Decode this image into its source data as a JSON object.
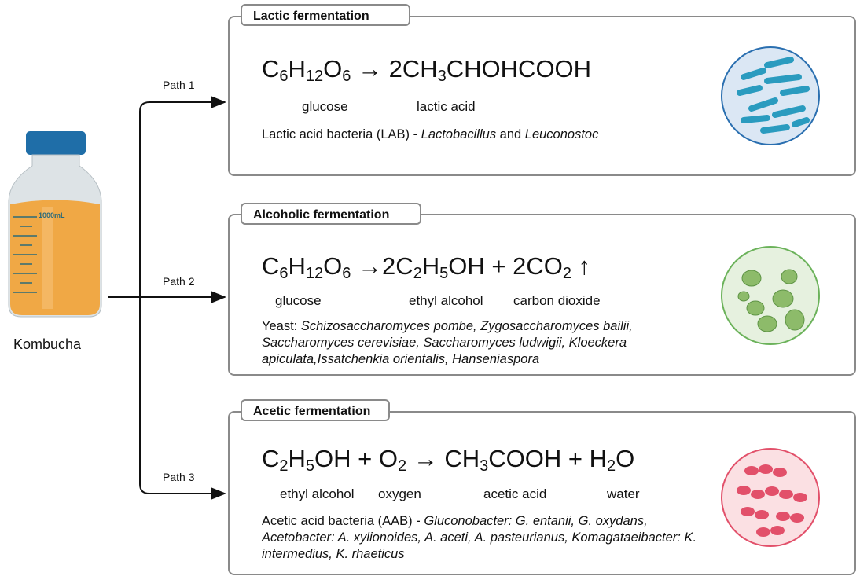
{
  "bottle": {
    "volume_label": "1000mL",
    "name": "Kombucha"
  },
  "paths": [
    "Path 1",
    "Path 2",
    "Path 3"
  ],
  "panels": [
    {
      "title": "Lactic fermentation",
      "equation": [
        [
          "C",
          0
        ],
        [
          "6",
          1
        ],
        [
          "H",
          0
        ],
        [
          "12",
          1
        ],
        [
          "O",
          0
        ],
        [
          "6",
          1
        ],
        [
          " → 2CH",
          0
        ],
        [
          "3",
          1
        ],
        [
          "CHOHCOOH",
          0
        ]
      ],
      "labels": [
        "glucose",
        "lactic acid"
      ],
      "description": [
        [
          "Lactic acid bacteria (LAB) - ",
          0
        ],
        [
          "Lactobacillus",
          1
        ],
        [
          " and ",
          0
        ],
        [
          "Leuconostoc",
          1
        ]
      ],
      "color": "#2a9bbf"
    },
    {
      "title": "Alcoholic fermentation",
      "equation": [
        [
          "C",
          0
        ],
        [
          "6",
          1
        ],
        [
          "H",
          0
        ],
        [
          "12",
          1
        ],
        [
          "O",
          0
        ],
        [
          "6",
          1
        ],
        [
          " →2C",
          0
        ],
        [
          "2",
          1
        ],
        [
          "H",
          0
        ],
        [
          "5",
          1
        ],
        [
          "OH + 2CO",
          0
        ],
        [
          "2",
          1
        ],
        [
          " ↑",
          0
        ]
      ],
      "labels": [
        "glucose",
        "ethyl alcohol",
        "carbon dioxide"
      ],
      "description": [
        [
          "Yeast: ",
          0
        ],
        [
          "Schizosaccharomyces pombe, Zygosaccharomyces bailii, Saccharomyces cerevisiae, Saccharomyces ludwigii, Kloeckera apiculata,Issatchenkia orientalis, Hanseniaspora",
          1
        ]
      ],
      "color": "#7cb35a"
    },
    {
      "title": "Acetic fermentation",
      "equation": [
        [
          "C",
          0
        ],
        [
          "2",
          1
        ],
        [
          "H",
          0
        ],
        [
          "5",
          1
        ],
        [
          "OH + O",
          0
        ],
        [
          "2",
          1
        ],
        [
          " → CH",
          0
        ],
        [
          "3",
          1
        ],
        [
          "COOH + H",
          0
        ],
        [
          "2",
          1
        ],
        [
          "O",
          0
        ]
      ],
      "labels": [
        "ethyl alcohol",
        "oxygen",
        "acetic acid",
        "water"
      ],
      "description": [
        [
          "Acetic acid bacteria (AAB) - ",
          0
        ],
        [
          "Gluconobacter: G. entanii, G. oxydans, Acetobacter: A. xylionoides, A. aceti, A. pasteurianus, Komagataeibacter: K. intermedius, K. rhaeticus",
          1
        ]
      ],
      "color": "#e2506a"
    }
  ]
}
